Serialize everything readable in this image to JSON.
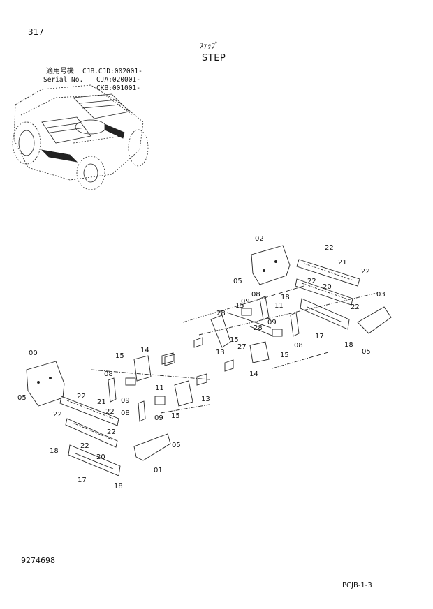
{
  "page_number": "317",
  "title_jp": "ｽﾃｯﾌﾟ",
  "title_en": "STEP",
  "serial": {
    "label_jp": "適用号機",
    "label_en": "Serial No.",
    "values": [
      "CJB.CJD:002001-",
      "CJA:020001-",
      "CKB:001001-"
    ]
  },
  "document_number": "9274698",
  "sheet_id": "PCJB-1-3",
  "callouts": {
    "right": [
      "02",
      "22",
      "21",
      "22",
      "05",
      "22",
      "20",
      "08",
      "18",
      "03",
      "22",
      "09",
      "15",
      "11",
      "28",
      "09",
      "28",
      "15",
      "27",
      "08",
      "17",
      "18",
      "13",
      "05",
      "14",
      "15"
    ],
    "left": [
      "00",
      "05",
      "15",
      "14",
      "08",
      "22",
      "21",
      "11",
      "09",
      "22",
      "08",
      "13",
      "09",
      "15",
      "22",
      "22",
      "18",
      "20",
      "22",
      "05",
      "17",
      "01",
      "18"
    ]
  }
}
